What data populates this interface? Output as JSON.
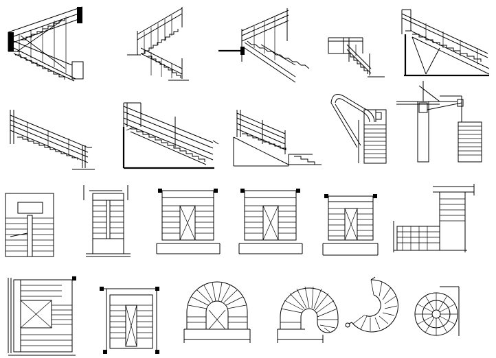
{
  "sheet": {
    "title": "",
    "background": "#ffffff",
    "ink": "#000000"
  },
  "rows": [
    {
      "name": "elevation-row-1",
      "drawings": [
        "dogleg-stair-elevation-a",
        "dogleg-stair-elevation-b",
        "straight-stair-with-landing-elevation",
        "short-stair-elevation",
        "steel-stair-on-stringer-elevation"
      ]
    },
    {
      "name": "elevation-row-2",
      "drawings": [
        "stair-handrail-elevation",
        "stair-section-with-rail",
        "stair-elevation-with-bottom-landing",
        "curved-rail-stair-view-a",
        "curved-rail-stair-view-b"
      ]
    },
    {
      "name": "plan-row-3",
      "drawings": [
        "l-stair-plan-small",
        "narrow-double-flight-plan",
        "wide-double-flight-plan-a",
        "wide-double-flight-plan-b",
        "wide-double-flight-plan-c",
        "l-shaped-stair-plan-large"
      ]
    },
    {
      "name": "plan-row-4",
      "drawings": [
        "three-flight-plan",
        "double-flight-plan-d",
        "u-shaped-winder-plan-a",
        "u-shaped-winder-plan-b",
        "spiral-stair-plan-open",
        "spiral-stair-plan-round"
      ]
    }
  ]
}
